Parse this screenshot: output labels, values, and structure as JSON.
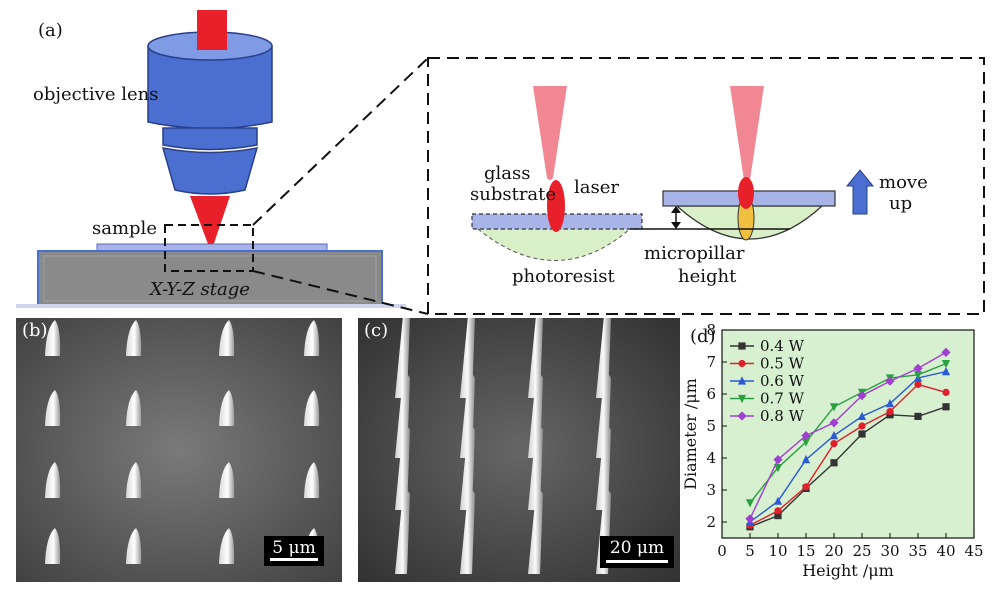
{
  "panels": {
    "a": {
      "letter": "(a)",
      "objective_label": "objective lens",
      "sample_label": "sample",
      "stage_label": "X-Y-Z stage",
      "glass_label_1": "glass",
      "glass_label_2": "substrate",
      "laser_label": "laser",
      "photoresist_label": "photoresist",
      "height_label_1": "micropillar",
      "height_label_2": "height",
      "move_label_1": "move",
      "move_label_2": "up"
    },
    "b": {
      "letter": "(b)",
      "scale": "5 μm"
    },
    "c": {
      "letter": "(c)",
      "scale": "20 μm"
    },
    "d": {
      "letter": "(d)"
    }
  },
  "colors": {
    "lens_blue": "#4a6fd0",
    "laser_red": "#e8202a",
    "cone_pink": "#f07a86",
    "glass_blue": "#a8b4e8",
    "resist_green": "#d8efc8",
    "stage_gray": "#8a8a8a",
    "chart_bg": "#d6f0d0"
  },
  "chart_data": {
    "type": "line",
    "xlabel": "Height /μm",
    "ylabel": "Diameter /μm",
    "xlim": [
      0,
      45
    ],
    "ylim": [
      1.5,
      8
    ],
    "xticks": [
      0,
      5,
      10,
      15,
      20,
      25,
      30,
      35,
      40,
      45
    ],
    "yticks": [
      2,
      3,
      4,
      5,
      6,
      7,
      8
    ],
    "x": [
      5,
      10,
      15,
      20,
      25,
      30,
      35,
      40
    ],
    "legend_position": "top-left",
    "series": [
      {
        "name": "0.4 W",
        "color": "#333333",
        "marker": "square",
        "values": [
          1.85,
          2.2,
          3.05,
          3.85,
          4.75,
          5.35,
          5.3,
          5.6
        ]
      },
      {
        "name": "0.5 W",
        "color": "#e0202a",
        "marker": "circle",
        "values": [
          1.9,
          2.35,
          3.1,
          4.45,
          5.0,
          5.45,
          6.3,
          6.05
        ]
      },
      {
        "name": "0.6 W",
        "color": "#2a5ad6",
        "marker": "triangle",
        "values": [
          2.0,
          2.65,
          3.95,
          4.7,
          5.3,
          5.7,
          6.5,
          6.7
        ]
      },
      {
        "name": "0.7 W",
        "color": "#2aa040",
        "marker": "triangle-down",
        "values": [
          2.6,
          3.7,
          4.5,
          5.6,
          6.05,
          6.5,
          6.6,
          6.95
        ]
      },
      {
        "name": "0.8 W",
        "color": "#a040d0",
        "marker": "diamond",
        "values": [
          2.1,
          3.95,
          4.7,
          5.1,
          5.95,
          6.4,
          6.8,
          7.3
        ]
      }
    ]
  }
}
